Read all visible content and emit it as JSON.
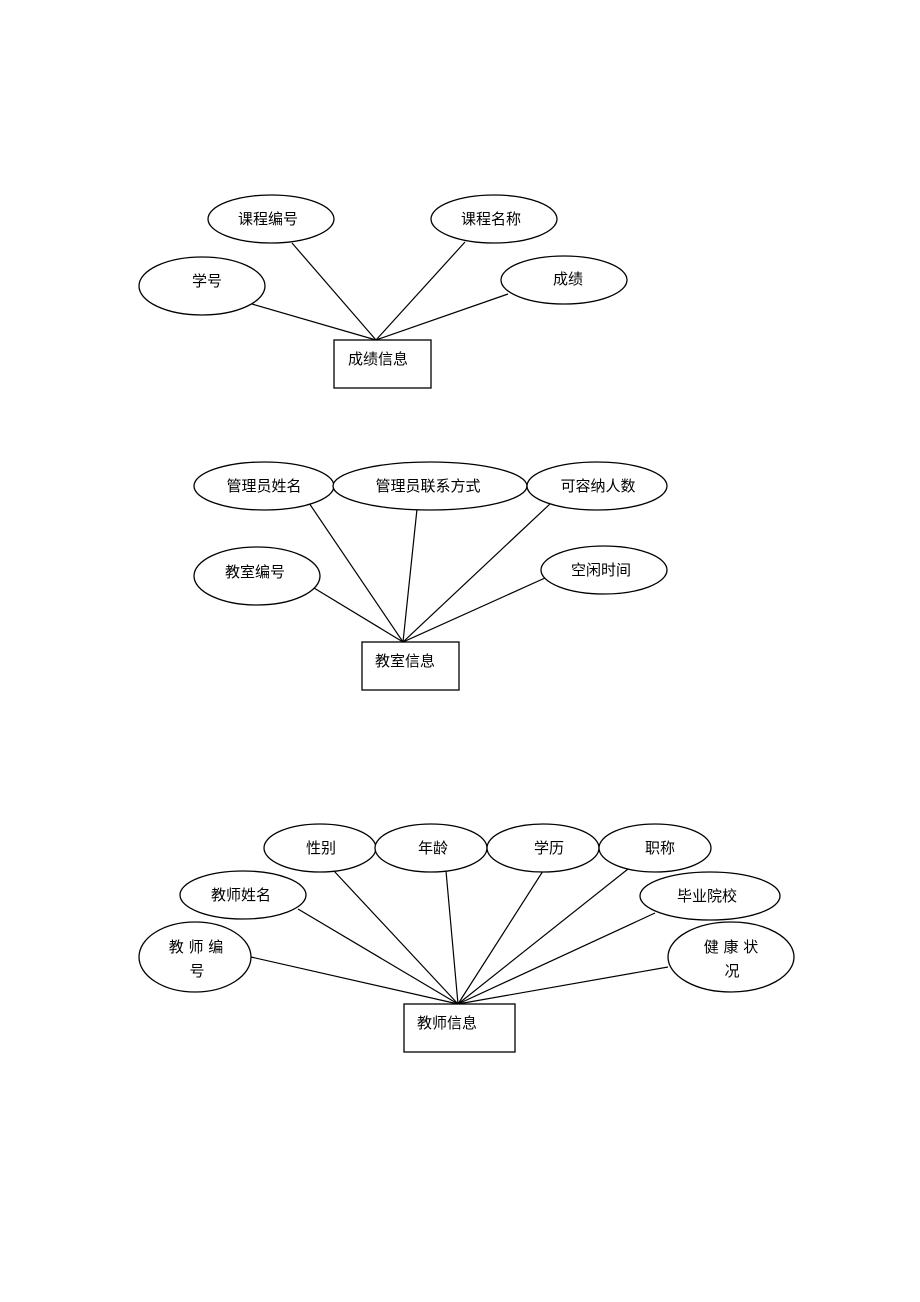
{
  "diagrams": [
    {
      "entity": "成绩信息",
      "attributes": [
        "课程编号",
        "课程名称",
        "学号",
        "成绩"
      ]
    },
    {
      "entity": "教室信息",
      "attributes": [
        "管理员姓名",
        "管理员联系方式",
        "可容纳人数",
        "教室编号",
        "空闲时间"
      ]
    },
    {
      "entity": "教师信息",
      "attributes": [
        "性别",
        "年龄",
        "学历",
        "职称",
        "教师姓名",
        "毕业院校",
        "教 师 编",
        "号",
        "健 康 状",
        "况"
      ]
    }
  ]
}
